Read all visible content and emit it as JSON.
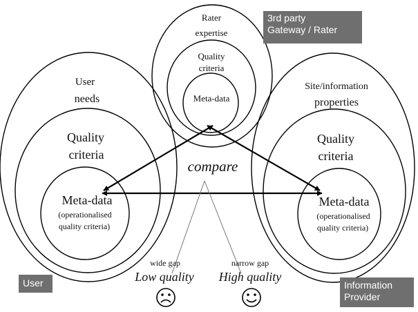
{
  "rater": {
    "outer": [
      "Rater",
      "expertise"
    ],
    "middle": [
      "Quality",
      "criteria"
    ],
    "inner": [
      "Meta-data"
    ]
  },
  "user": {
    "outer": [
      "User",
      "needs"
    ],
    "middle": [
      "Quality",
      "criteria"
    ],
    "inner": [
      "Meta-data",
      "(operationalised",
      "quality criteria)"
    ]
  },
  "provider": {
    "outer": [
      "Site/information",
      "properties"
    ],
    "middle": [
      "Quality",
      "criteria"
    ],
    "inner": [
      "Meta-data",
      "(operationalised",
      "quality criteria)"
    ]
  },
  "compare_label": "compare",
  "gaps": [
    {
      "gap": "wide gap",
      "quality": "Low quality",
      "face": "frown"
    },
    {
      "gap": "narrow gap",
      "quality": "High quality",
      "face": "smile"
    }
  ],
  "tags": {
    "third_party": [
      "3rd party",
      "Gateway / Rater"
    ],
    "user": [
      "User"
    ],
    "provider": [
      "Information",
      "Provider"
    ]
  }
}
